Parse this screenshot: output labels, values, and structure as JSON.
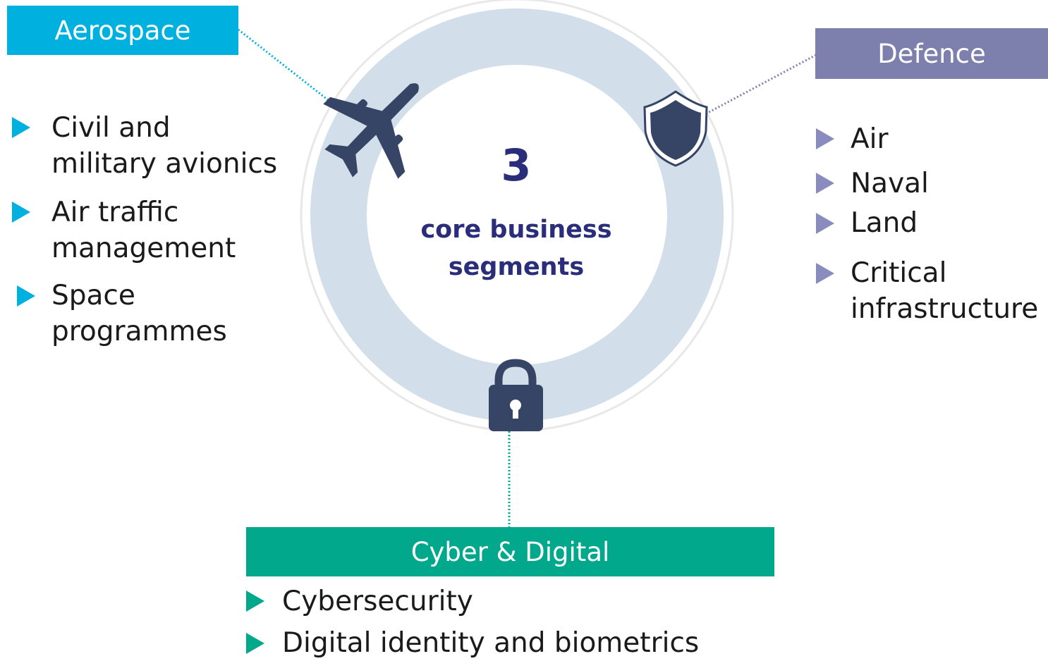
{
  "center": {
    "number": "3",
    "text_line1": "core business",
    "text_line2": "segments"
  },
  "segments": {
    "aerospace": {
      "label": "Aerospace",
      "items": [
        {
          "line1": "Civil and",
          "line2": "military avionics"
        },
        {
          "line1": "Air traffic",
          "line2": "management"
        },
        {
          "line1": "Space",
          "line2": "programmes"
        }
      ]
    },
    "defence": {
      "label": "Defence",
      "items": [
        {
          "line1": "Air"
        },
        {
          "line1": "Naval"
        },
        {
          "line1": "Land"
        },
        {
          "line1": "Critical",
          "line2": "infrastructure"
        }
      ]
    },
    "cyber": {
      "label": "Cyber & Digital",
      "items": [
        {
          "line1": "Cybersecurity"
        },
        {
          "line1": "Digital identity and biometrics"
        }
      ]
    }
  },
  "icons": [
    "airplane-icon",
    "shield-icon",
    "lock-icon"
  ],
  "colors": {
    "aerospace": "#00b0df",
    "defence": "#7d7fac",
    "cyber": "#02a88c",
    "ring": "#d2deea",
    "icon": "#364465",
    "center_text": "#2a2d7a"
  }
}
